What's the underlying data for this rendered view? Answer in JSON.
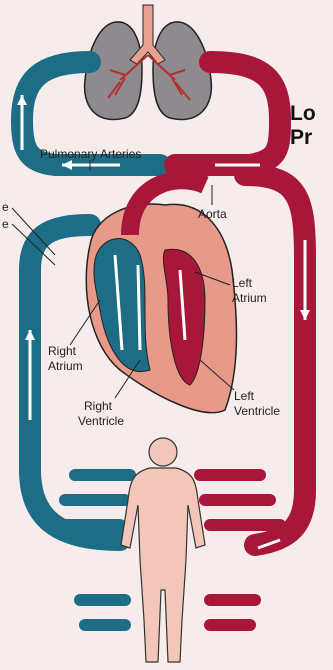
{
  "title": {
    "line1": "Lo",
    "line2": "Pr"
  },
  "labels": {
    "pulmonary_arteries": "Pulmonary Arteries",
    "aorta": "Aorta",
    "left_atrium_1": "Left",
    "left_atrium_2": "Atrium",
    "right_atrium_1": "Right",
    "right_atrium_2": "Atrium",
    "right_ventricle_1": "Right",
    "right_ventricle_2": "Ventricle",
    "left_ventricle_1": "Left",
    "left_ventricle_2": "Ventricle",
    "cut_top": "e",
    "cut_bottom": "e"
  },
  "colors": {
    "blue": "#1e6d86",
    "red": "#a8163a",
    "heart": "#e89a8a",
    "lung": "#8f8a8e",
    "body": "#f2c6b8",
    "background": "#f6ecec"
  }
}
